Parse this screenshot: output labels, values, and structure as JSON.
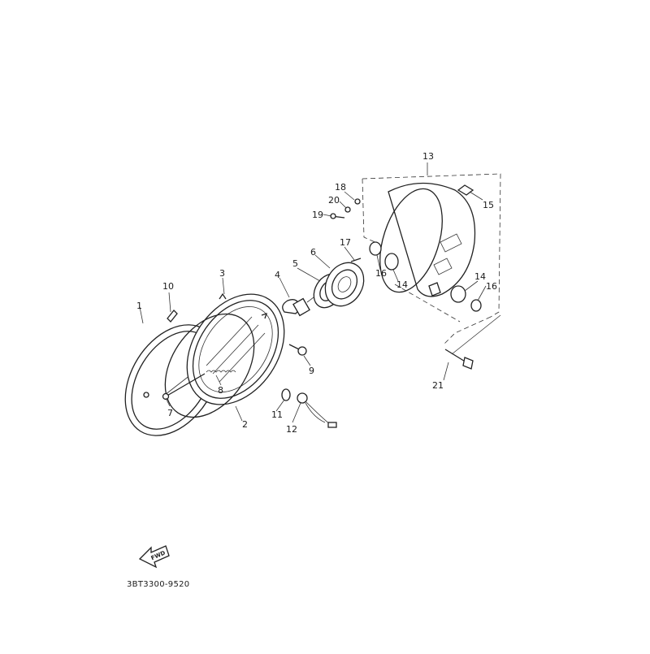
{
  "diagram": {
    "callouts": [
      "1",
      "2",
      "3",
      "4",
      "5",
      "6",
      "7",
      "8",
      "9",
      "10",
      "11",
      "12",
      "13",
      "14",
      "14",
      "15",
      "16",
      "16",
      "17",
      "18",
      "19",
      "20",
      "21"
    ],
    "direction_mark": "FWD",
    "diagram_code": "3BT3300-9520"
  }
}
